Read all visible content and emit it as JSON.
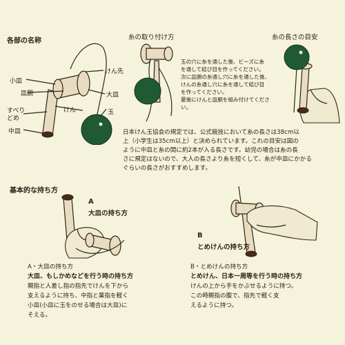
{
  "parts_section": {
    "heading": "各部の名称",
    "labels": {
      "kozara": "小皿",
      "dou": "皿胴",
      "suberidome_line1": "すべり",
      "suberidome_line2": "どめ",
      "chuzara": "中皿",
      "kensaki": "けん先",
      "ozara": "大皿",
      "ken": "けん",
      "tama": "玉"
    }
  },
  "attach_section": {
    "heading": "糸の取り付け方",
    "text": [
      "玉の穴に糸を通した後、ビーズに糸",
      "を通して結び目を作ってください。",
      "次に皿胴の糸通し穴に糸を通した後、",
      "けんの糸通し穴に糸を通して結び目",
      "を作ってください。",
      "最後にけんと皿胴を組み付けてください。"
    ]
  },
  "length_section": {
    "heading": "糸の長さの目安"
  },
  "rule_paragraph": [
    "日本けん玉協会の規定では、公式競技において糸の長さは38cm以",
    "上（小学生は35cm以上）と決められています。これの目安は図の",
    "ように中皿と糸の間に約2本が入る長さです。幼児の場合は糸の長",
    "さに規定はないので、大人の長さより糸を短くして、糸が中皿にかかる",
    "ぐらいの長さがおすすめします。"
  ],
  "holding_section": {
    "heading": "基本的な持ち方",
    "fig_a_letter": "A",
    "fig_a_caption": "大皿の持ち方",
    "fig_b_letter": "B",
    "fig_b_caption": "とめけんの持ち方",
    "a_title": "A・大皿の持ち方",
    "a_subtitle": "大皿、もしかめなどを行う時の持ち方",
    "a_text": [
      "親指と人差し指の指先でけんを下から",
      "支えるように持ち、中指と薬指を軽く",
      "小皿(小皿に玉をのせる場合は大皿)に",
      "そえる。"
    ],
    "b_title": "B・とめけんの持ち方",
    "b_subtitle": "とめけん、日本一周等を行う時の持ち方",
    "b_text": [
      "けんの上から手をかぶせるように持つ。",
      "この時親指の腹で、指先で軽く支",
      "えるように持つ。"
    ]
  },
  "colors": {
    "background": "#f6f3dc",
    "ball_green": "#1f5a33",
    "ink": "#2a2418"
  }
}
